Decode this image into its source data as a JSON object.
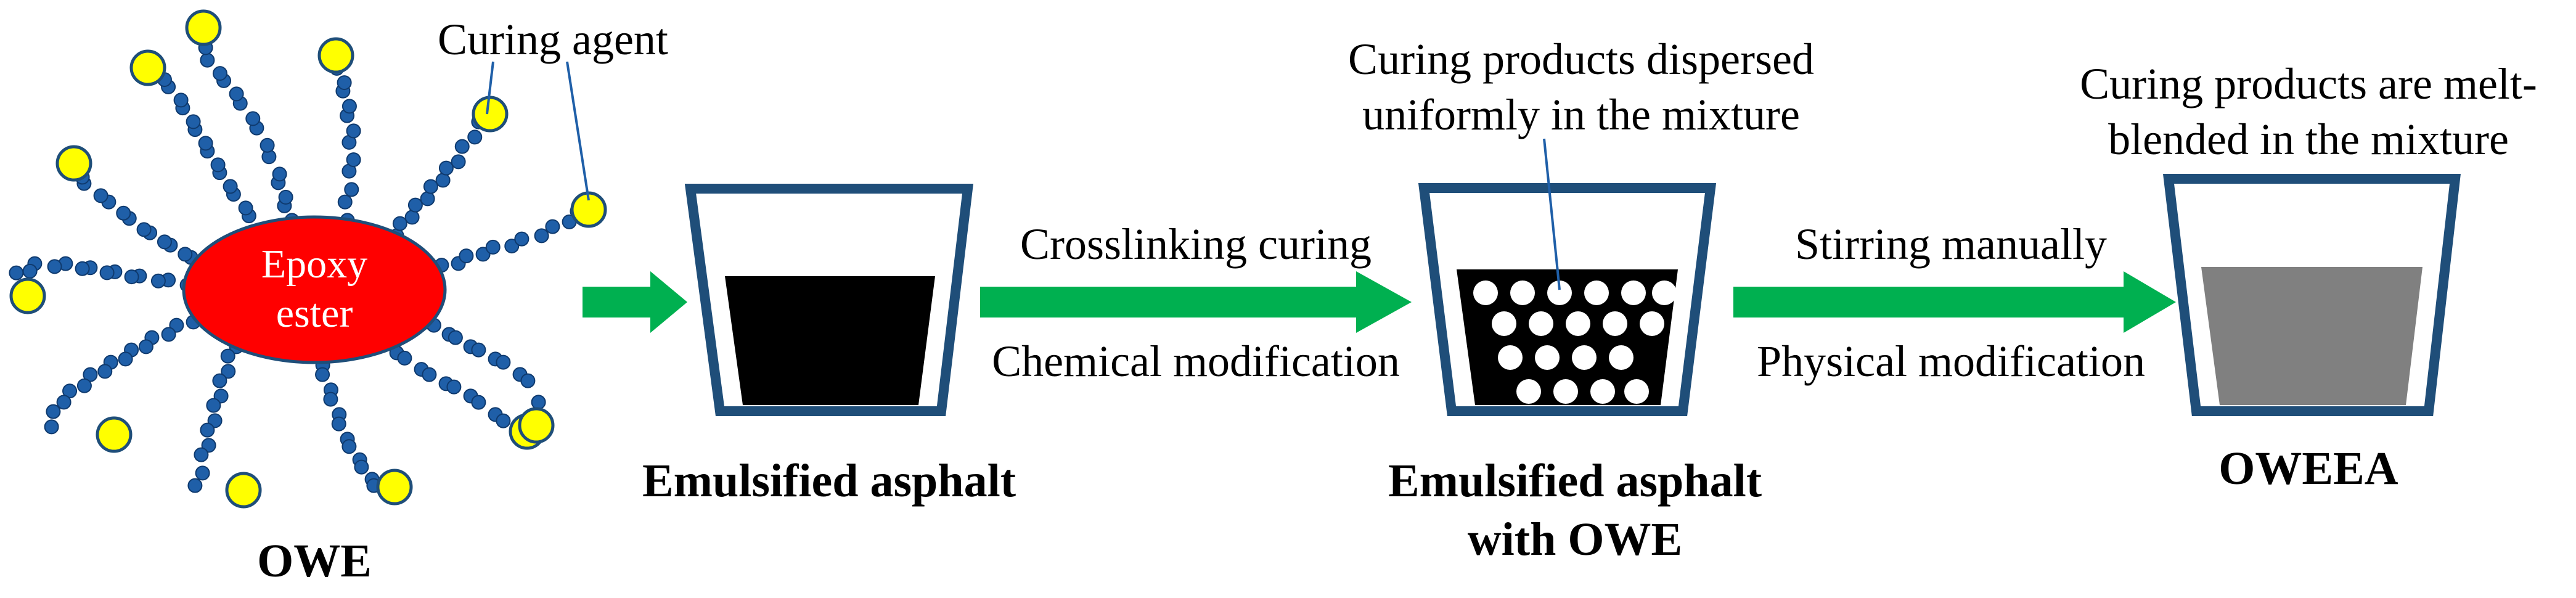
{
  "colors": {
    "arrow": "#00B050",
    "beaker_outline": "#1F4E79",
    "chain_bead": "#1F5FA8",
    "curing_agent": "#FFFF00",
    "epoxy_core": "#FF0000",
    "asphalt": "#000000",
    "oweea_fill": "#808080"
  },
  "owe": {
    "core_label_line1": "Epoxy",
    "core_label_line2": "ester",
    "curing_agent_label": "Curing agent",
    "name": "OWE"
  },
  "stage1": {
    "name": "Emulsified asphalt"
  },
  "arrow_chemical": {
    "label_top": "Crosslinking curing",
    "label_bottom": "Chemical modification"
  },
  "stage2": {
    "annotation_line1": "Curing products dispersed",
    "annotation_line2": "uniformly in the mixture",
    "name_line1": "Emulsified asphalt",
    "name_line2": "with OWE"
  },
  "arrow_physical": {
    "label_top": "Stirring manually",
    "label_bottom": "Physical modification"
  },
  "stage3": {
    "annotation_line1": "Curing products are melt-",
    "annotation_line2": "blended in the mixture",
    "name": "OWEEA"
  }
}
